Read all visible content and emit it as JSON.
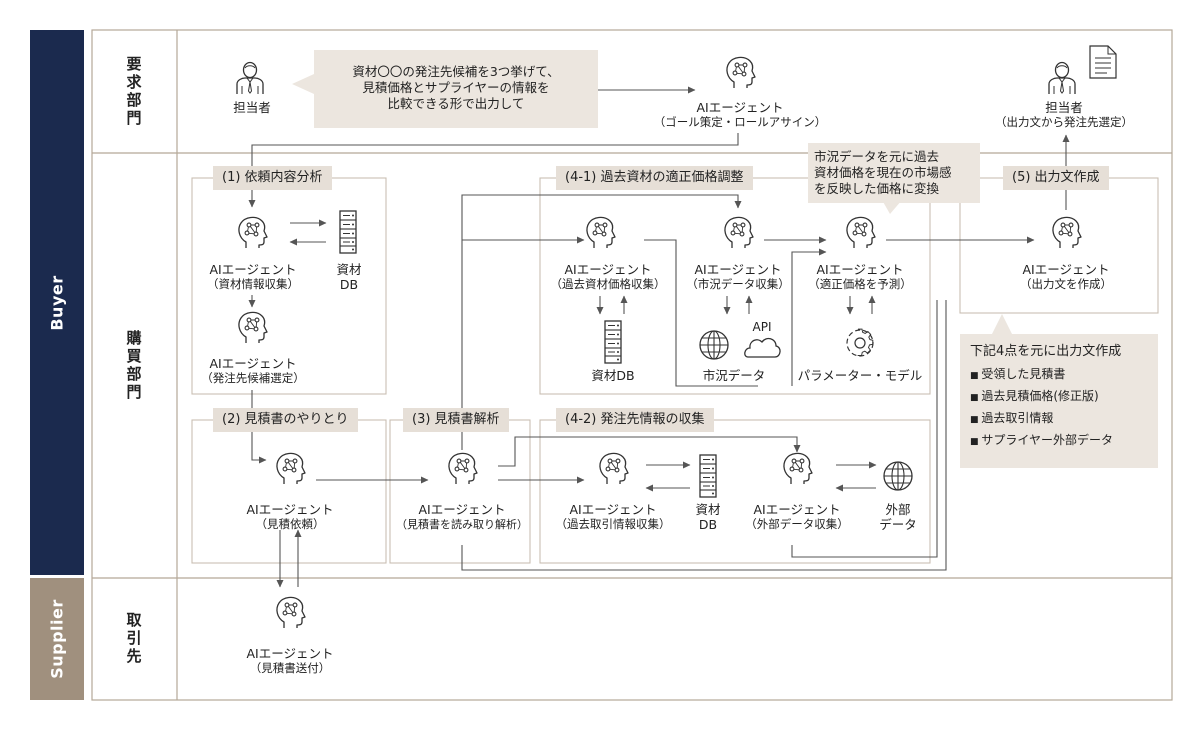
{
  "lanes": {
    "buyer": "Buyer",
    "supplier": "Supplier",
    "request_dept": "要求部門",
    "purchase_dept": "購買部門",
    "supplier_dept": "取引先"
  },
  "request_row": {
    "person_left": "担当者",
    "bubble_lines": [
      "資材〇〇の発注先候補を3つ挙げて、",
      "見積価格とサプライヤーの情報を",
      "比較できる形で出力して"
    ],
    "agent_name": "AIエージェント",
    "agent_role": "（ゴール策定・ロールアサイン）",
    "person_right": "担当者",
    "person_right_role": "（出力文から発注先選定）"
  },
  "steps": {
    "s1": "(1) 依頼内容分析",
    "s2": "(2) 見積書のやりとり",
    "s3": "(3) 見積書解析",
    "s4_1": "(4-1) 過去資材の適正価格調整",
    "s4_2": "(4-2) 発注先情報の収集",
    "s5": "(5) 出力文作成"
  },
  "agents": {
    "name": "AIエージェント",
    "collect_material": "（資材情報収集）",
    "select_candidates": "（発注先候補選定）",
    "request_quote": "（見積依頼）",
    "parse_quote": "（見積書を読み取り解析）",
    "past_price": "（過去資材価格収集）",
    "market_data": "（市況データ収集）",
    "predict_price": "（適正価格を予測）",
    "create_output": "（出力文を作成）",
    "past_trade": "（過去取引情報収集）",
    "external_data": "（外部データ収集）",
    "send_quote": "（見積書送付）"
  },
  "resources": {
    "material_db_line1": "資材",
    "material_db_line2": "DB",
    "material_db_single": "資材DB",
    "api": "API",
    "market_data": "市況データ",
    "params": "パラメーター・モデル",
    "trade_db_line1": "資材",
    "trade_db_line2": "DB",
    "external_line1": "外部",
    "external_line2": "データ"
  },
  "market_bubble": [
    "市況データを元に過去",
    "資材価格を現在の市場感",
    "を反映した価格に変換"
  ],
  "output_note": {
    "heading": "下記4点を元に出力文作成",
    "items": [
      "受領した見積書",
      "過去見積価格(修正版)",
      "過去取引情報",
      "サプライヤー外部データ"
    ]
  },
  "colors": {
    "buyer_band": "#1b2a4e",
    "supplier_band": "#a0907e",
    "step_tag": "#e6dfd7",
    "bubble": "#ece6df",
    "border": "#b5a898",
    "line": "#555555"
  }
}
